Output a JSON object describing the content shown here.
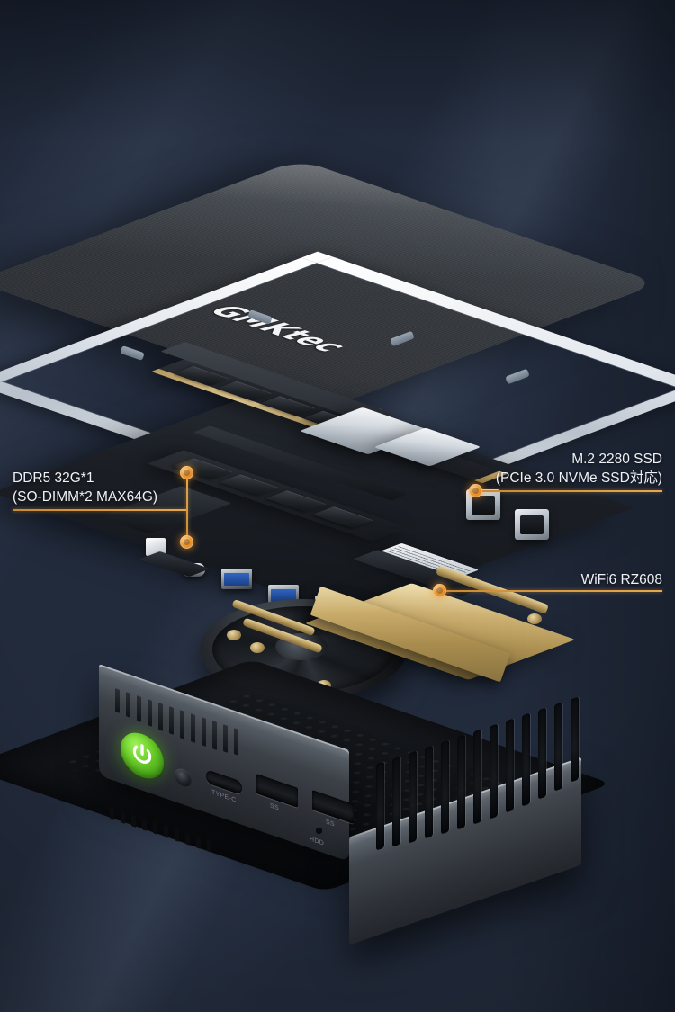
{
  "image": {
    "kind": "product-exploded-view",
    "subject": "GMKtec mini PC exploded component diagram",
    "brand_logo": "GMKtec"
  },
  "background": {
    "base_color": "#222b3c",
    "highlight_color": "#6a7f9d",
    "dark_color": "#1a212e"
  },
  "callouts": [
    {
      "id": "ddr5",
      "side": "left",
      "line1": "DDR5 32G*1",
      "line2": "(SO-DIMM*2 MAX64G)",
      "accent": "#e8a84d"
    },
    {
      "id": "ssd",
      "side": "right",
      "line1": "M.2 2280 SSD",
      "line2": "(PCIe 3.0 NVMe SSD対応)",
      "accent": "#e8a84d"
    },
    {
      "id": "wifi",
      "side": "right",
      "line1": "WiFi6 RZ608",
      "line2": "",
      "accent": "#e8a84d"
    }
  ],
  "front_ports": {
    "power_button": "power-icon",
    "labels": [
      "TYPE-C",
      "SS",
      "SS",
      "HDD"
    ]
  },
  "components": {
    "top_cover": "brushed-aluminium-top-cover",
    "frame": "white-mounting-frame",
    "mainboard": "motherboard",
    "ram_modules": 2,
    "cooler": "blower-fan-with-copper-heatsink",
    "chassis": "aluminium-chassis-with-vents"
  }
}
